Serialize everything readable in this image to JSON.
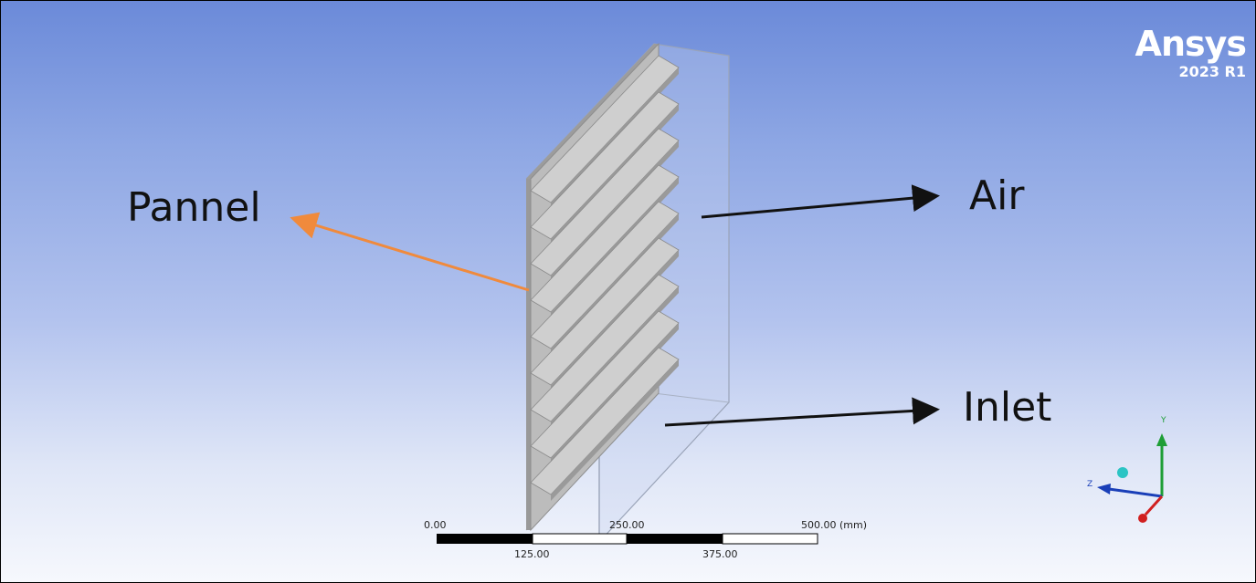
{
  "logo": {
    "name": "Ansys",
    "version": "2023 R1"
  },
  "annotations": {
    "pannel": "Pannel",
    "air": "Air",
    "inlet": "Inlet"
  },
  "scale_bar": {
    "labels_top": [
      "0.00",
      "250.00",
      "500.00 (mm)"
    ],
    "labels_bottom": [
      "125.00",
      "375.00"
    ]
  },
  "triad": {
    "y": "Y",
    "z": "Z"
  },
  "colors": {
    "pannel_arrow": "#f08a3c",
    "annotation_arrow": "#111111",
    "panel_fill": "#b9b9b9",
    "fin_fill": "#a8a8a8",
    "y_axis": "#1e9e36",
    "z_axis": "#1a3fb8",
    "x_axis": "#d12020",
    "triad_ball": "#2bc4c4"
  },
  "fin_count": 9
}
